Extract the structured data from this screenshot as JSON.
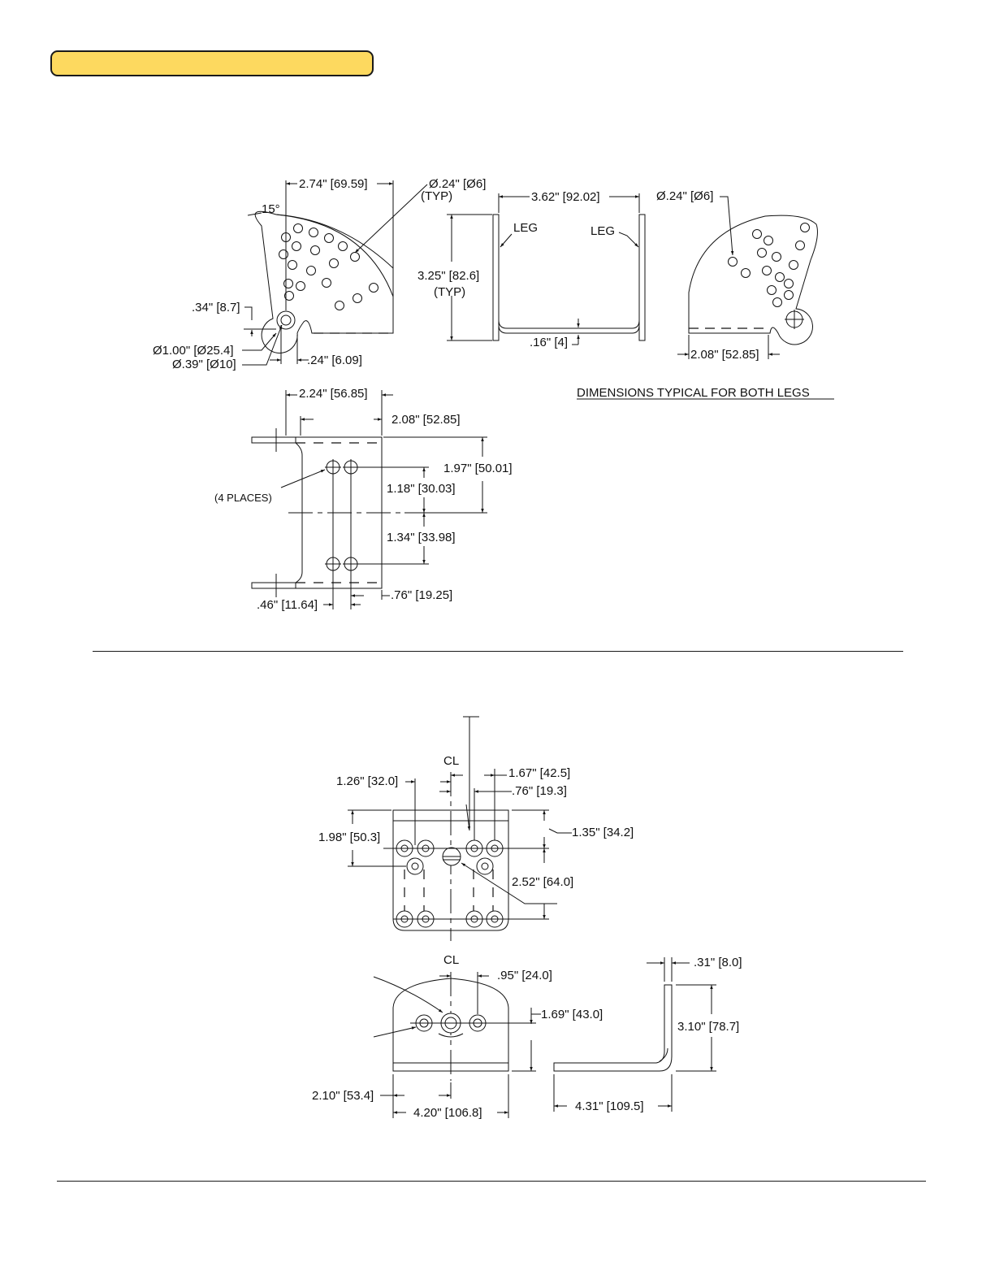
{
  "colors": {
    "title_tab_fill": "#fdd95f",
    "ink": "#111111"
  },
  "notes": {
    "typical": "DIMENSIONS TYPICAL FOR BOTH LEGS"
  },
  "upper": {
    "side_left": {
      "angle": "15°",
      "hole_dia": "Ø.24\" [Ø6]",
      "hole_typ": "(TYP)",
      "width": "2.74\" [69.59]",
      "pivot_offset": ".34\" [8.7]",
      "pivot_outer": "Ø1.00\" [Ø25.4]",
      "pivot_inner": "Ø.39\" [Ø10]",
      "pivot_to_edge": ".24\" [6.09]"
    },
    "front": {
      "width": "3.62\" [92.02]",
      "leg_left": "LEG",
      "leg_right": "LEG",
      "height": "3.25\" [82.6]",
      "height_typ": "(TYP)",
      "thickness": ".16\" [4]"
    },
    "side_right": {
      "hole_dia": "Ø.24\" [Ø6]",
      "base": "2.08\" [52.85]"
    },
    "top": {
      "overall": "2.24\" [56.85]",
      "inner": "2.08\" [52.85]",
      "holes_note": "(4 PLACES)",
      "span": "1.97\" [50.01]",
      "upper_offset": "1.18\" [30.03]",
      "lower_offset": "1.34\" [33.98]",
      "left_offset": ".46\" [11.64]",
      "hole_pitch": ".76\" [19.25]"
    }
  },
  "lower": {
    "top": {
      "cl": "CL",
      "outer_pitch": "1.26\" [32.0]",
      "right_outer": "1.67\" [42.5]",
      "right_inner": ".76\" [19.3]",
      "height": "1.98\" [50.3]",
      "right_height": "1.35\" [34.2]",
      "row_span": "2.52\" [64.0]"
    },
    "front": {
      "cl": "CL",
      "hole_offset": ".95\" [24.0]",
      "hole_height": "1.69\" [43.0]",
      "half_width": "2.10\" [53.4]",
      "width": "4.20\" [106.8]"
    },
    "side": {
      "thickness": ".31\" [8.0]",
      "height": "3.10\" [78.7]",
      "length": "4.31\" [109.5]"
    }
  }
}
